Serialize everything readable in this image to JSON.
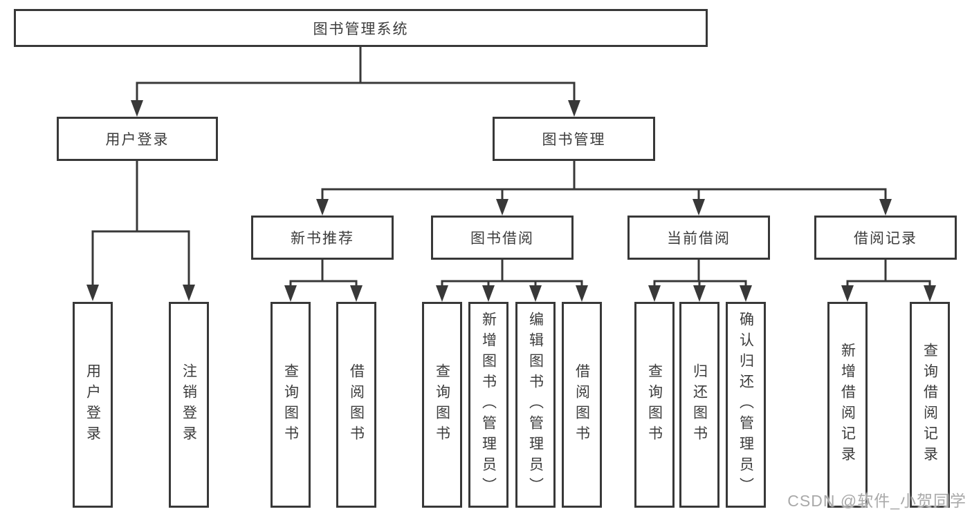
{
  "nodes": {
    "root": {
      "label": "图书管理系统"
    },
    "user_login_group": {
      "label": "用户登录"
    },
    "book_mgmt": {
      "label": "图书管理"
    },
    "new_book_rec": {
      "label": "新书推荐"
    },
    "book_borrow": {
      "label": "图书借阅"
    },
    "current_borrow": {
      "label": "当前借阅"
    },
    "borrow_record": {
      "label": "借阅记录"
    },
    "user_login": {
      "label": "用户登录"
    },
    "logout": {
      "label": "注销登录"
    },
    "query_book_1": {
      "label": "查询图书"
    },
    "borrow_book_1": {
      "label": "借阅图书"
    },
    "query_book_2": {
      "label": "查询图书"
    },
    "add_book": {
      "label": "新增图书（管理员）"
    },
    "edit_book": {
      "label": "编辑图书（管理员）"
    },
    "borrow_book_2": {
      "label": "借阅图书"
    },
    "query_book_3": {
      "label": "查询图书"
    },
    "return_book": {
      "label": "归还图书"
    },
    "confirm_return": {
      "label": "确认归还（管理员）"
    },
    "add_borrow_record": {
      "label": "新增借阅记录"
    },
    "query_borrow_record": {
      "label": "查询借阅记录"
    }
  },
  "watermark": {
    "text": "CSDN @软件_小贺同学"
  },
  "colors": {
    "line": "#383838",
    "box_border": "#383838",
    "text": "#3c3c3c",
    "background": "#ffffff",
    "watermark": "#a9a9a9"
  }
}
